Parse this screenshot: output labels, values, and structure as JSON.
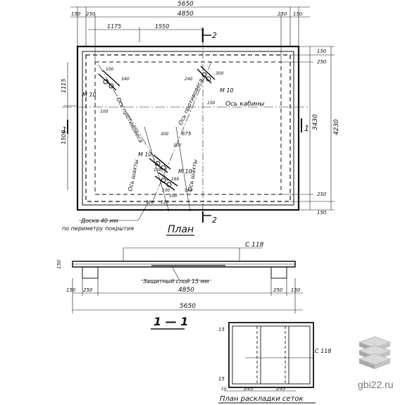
{
  "plan": {
    "title": "План",
    "dims_top": {
      "overall": "5650",
      "inner": "4850",
      "left_edge": "150",
      "left_bearing": "250",
      "right_bearing": "250",
      "right_edge": "150",
      "off1": "1175",
      "off2": "1550"
    },
    "dims_right": {
      "top_edge": "150",
      "top_bearing": "250",
      "inner": "3430",
      "overall": "4230",
      "bottom_bearing": "250",
      "bottom_edge": "150"
    },
    "dims_left": {
      "upper": "1115",
      "lower": "1500"
    },
    "section_marks": {
      "top": "2",
      "bottom": "2",
      "left": "1",
      "right": "1"
    },
    "axis_cabin": "Ось кабины",
    "axis_shaft_left": "Ось шахты",
    "axis_shaft_right": "Ось шахты",
    "axis_counterweight_1": "Ось противовеса",
    "axis_counterweight_2": "Ось противовеса",
    "m10_labels": [
      "М 10",
      "М 10",
      "М 10",
      "М 10"
    ],
    "misc_dims": [
      "100",
      "340",
      "240",
      "300",
      "100",
      "100",
      "300",
      "675",
      "300",
      "100",
      "100",
      "100",
      "120",
      "120",
      "160",
      "160"
    ],
    "note_line1": "Доска 40 мм",
    "note_line2": "по периметру покрытия"
  },
  "section": {
    "title": "1 — 1",
    "rebar": "С 118",
    "height": "150",
    "protective_layer": "Защитный слой 15 мм",
    "dims_row": {
      "left_edge": "150",
      "left_bearing": "250",
      "inner": "4850",
      "right_bearing": "250",
      "right_edge": "150"
    },
    "overall": "5650"
  },
  "mesh": {
    "title": "План раскладки сеток",
    "rebar": "С 118",
    "dim_top": "15",
    "dim_bottom": "15",
    "dim_a": "10",
    "dim_b": "245",
    "dim_c": "245"
  },
  "watermark": {
    "text": "gbi22.ru"
  }
}
